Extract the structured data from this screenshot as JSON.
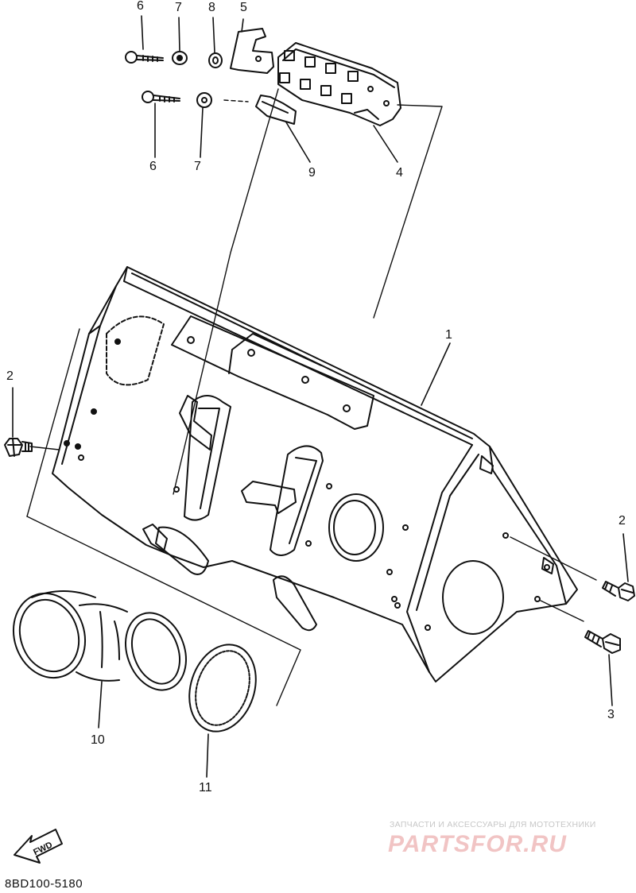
{
  "diagram": {
    "callouts": [
      {
        "id": "c6a",
        "text": "6"
      },
      {
        "id": "c7a",
        "text": "7"
      },
      {
        "id": "c8",
        "text": "8"
      },
      {
        "id": "c5",
        "text": "5"
      },
      {
        "id": "c6b",
        "text": "6"
      },
      {
        "id": "c7b",
        "text": "7"
      },
      {
        "id": "c9",
        "text": "9"
      },
      {
        "id": "c4",
        "text": "4"
      },
      {
        "id": "c1",
        "text": "1"
      },
      {
        "id": "c2a",
        "text": "2"
      },
      {
        "id": "c2b",
        "text": "2"
      },
      {
        "id": "c3",
        "text": "3"
      },
      {
        "id": "c10",
        "text": "10"
      },
      {
        "id": "c11",
        "text": "11"
      }
    ],
    "fwd_label": "FWD",
    "part_code": "8BD100-5180"
  },
  "watermark": {
    "tagline": "ЗАПЧАСТИ И АКСЕССУАРЫ ДЛЯ МОТОТЕХНИКИ",
    "logo": "PARTSFOR.RU"
  }
}
